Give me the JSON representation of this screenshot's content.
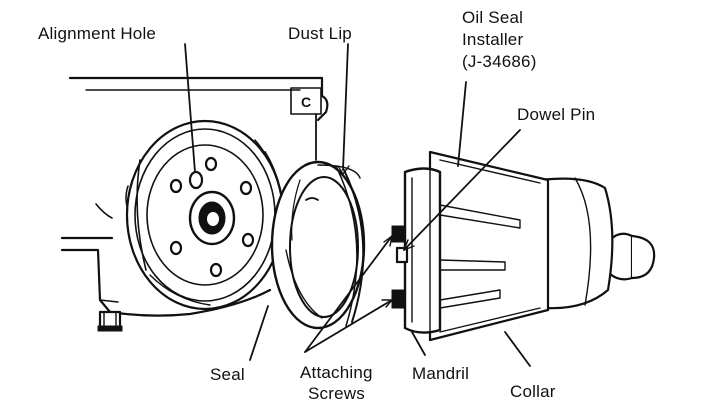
{
  "labels": {
    "alignment_hole": "Alignment Hole",
    "dust_lip": "Dust Lip",
    "oil_seal_installer_line1": "Oil Seal",
    "oil_seal_installer_line2": "Installer",
    "oil_seal_installer_line3": "(J-34686)",
    "dowel_pin": "Dowel Pin",
    "seal": "Seal",
    "attaching_screws_line1": "Attaching",
    "attaching_screws_line2": "Screws",
    "mandril": "Mandril",
    "collar": "Collar",
    "corner_mark": "C"
  },
  "colors": {
    "ink": "#111111",
    "paper": "#ffffff"
  }
}
